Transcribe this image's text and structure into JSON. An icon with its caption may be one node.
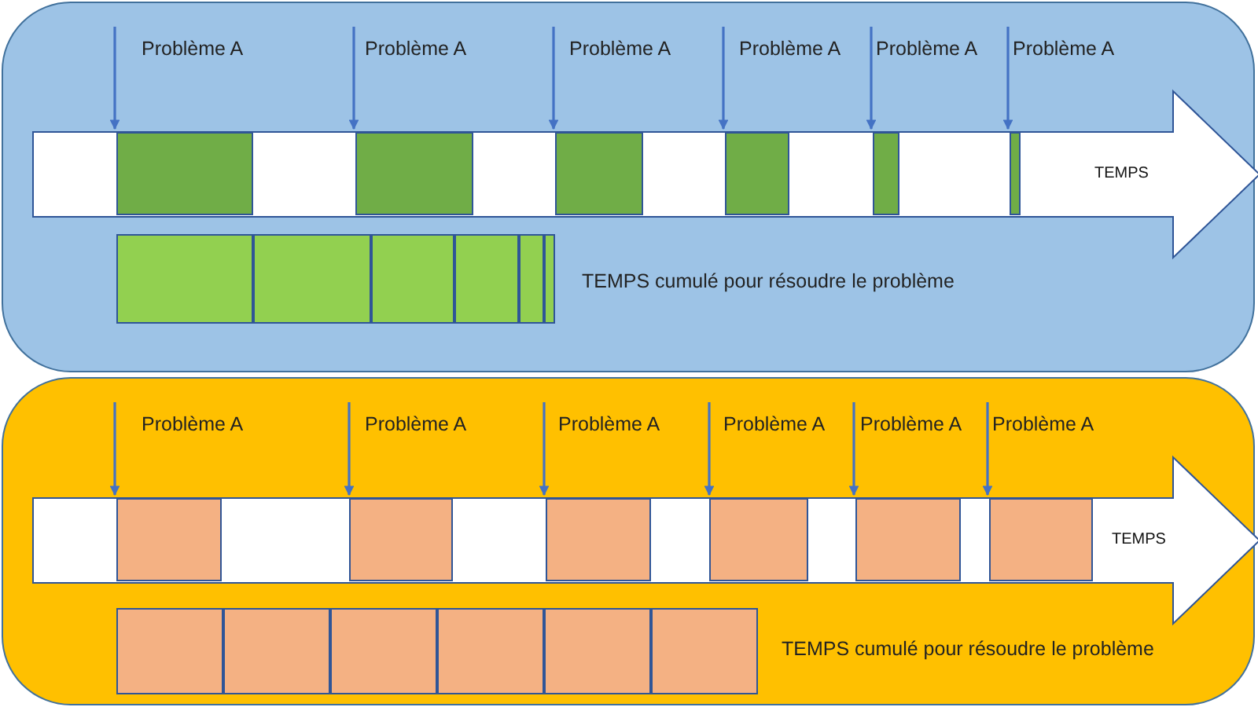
{
  "diagram": {
    "nodes": [
      {
        "text": [],
        "shape": "box"
      },
      {
        "text": [
          "TEMPS"
        ],
        "in": 0
      },
      {
        "text": [],
        "shape": "box",
        "in": 1,
        "beside": [
          "Problème A"
        ]
      },
      {
        "text": [],
        "shape": "box",
        "in": 1,
        "beside": [
          "Problème A"
        ]
      },
      {
        "text": [],
        "shape": "box",
        "in": 1,
        "beside": [
          "Problème A"
        ]
      },
      {
        "text": [],
        "shape": "box",
        "in": 1,
        "beside": [
          "Problème A"
        ]
      },
      {
        "text": [],
        "shape": "box",
        "in": 1,
        "beside": [
          "Problème A"
        ]
      },
      {
        "text": [],
        "shape": "box",
        "in": 1,
        "beside": [
          "Problème A"
        ]
      },
      {
        "text": [],
        "shape": "box",
        "in": 0
      },
      {
        "text": [],
        "shape": "box",
        "in": 0
      },
      {
        "text": [],
        "shape": "box",
        "in": 0
      },
      {
        "text": [],
        "shape": "box",
        "in": 0
      },
      {
        "text": [],
        "shape": "box",
        "in": 0
      },
      {
        "text": [],
        "shape": "box",
        "in": 0
      },
      {
        "text": [],
        "shape": "box"
      },
      {
        "text": [
          "TEMPS"
        ],
        "in": 14
      },
      {
        "text": [],
        "shape": "box",
        "in": 15,
        "beside": [
          "Problème A"
        ]
      },
      {
        "text": [],
        "shape": "box",
        "in": 15,
        "beside": [
          "Problème A"
        ]
      },
      {
        "text": [],
        "shape": "box",
        "in": 15,
        "beside": [
          "Problème A"
        ]
      },
      {
        "text": [],
        "shape": "box",
        "in": 15,
        "beside": [
          "Problème A"
        ]
      },
      {
        "text": [],
        "shape": "box",
        "in": 15,
        "beside": [
          "Problème A"
        ]
      },
      {
        "text": [],
        "shape": "box",
        "in": 15,
        "beside": [
          "Problème A"
        ]
      },
      {
        "text": [],
        "shape": "box",
        "in": 14
      },
      {
        "text": [],
        "shape": "box",
        "in": 14
      },
      {
        "text": [],
        "shape": "box",
        "in": 14
      },
      {
        "text": [],
        "shape": "box",
        "in": 14
      },
      {
        "text": [],
        "shape": "box",
        "in": 14
      },
      {
        "text": [],
        "shape": "box",
        "in": 14
      }
    ],
    "edges": [
      {
        "from": null,
        "to": 2,
        "arrow": "to"
      },
      {
        "from": null,
        "to": 3,
        "arrow": "to"
      },
      {
        "from": null,
        "to": 4,
        "arrow": "to"
      },
      {
        "from": null,
        "to": 5,
        "arrow": "to"
      },
      {
        "from": null,
        "to": 6,
        "arrow": "to"
      },
      {
        "from": null,
        "to": 7,
        "arrow": "to"
      },
      {
        "from": null,
        "to": 16,
        "arrow": "to"
      },
      {
        "from": null,
        "to": 17,
        "arrow": "to"
      },
      {
        "from": null,
        "to": 18,
        "arrow": "to"
      },
      {
        "from": null,
        "to": 19,
        "arrow": "to"
      },
      {
        "from": null,
        "to": 20,
        "arrow": "to"
      },
      {
        "from": null,
        "to": 21,
        "arrow": "to"
      }
    ],
    "labels": [
      "TEMPS cumulé pour résoudre le problème",
      "TEMPS cumulé pour résoudre le problème"
    ]
  }
}
